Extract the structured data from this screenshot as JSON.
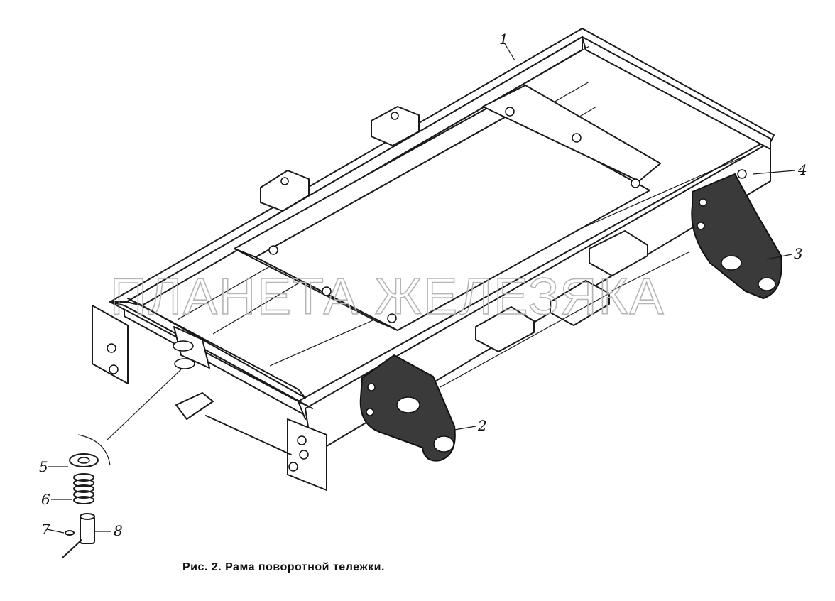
{
  "figure": {
    "caption": "Рис. 2. Рама поворотной тележки.",
    "watermark": "ПЛАНЕТА ЖЕЛЕЗЯКА",
    "callouts": [
      "1",
      "2",
      "3",
      "4",
      "5",
      "6",
      "7",
      "8"
    ]
  }
}
